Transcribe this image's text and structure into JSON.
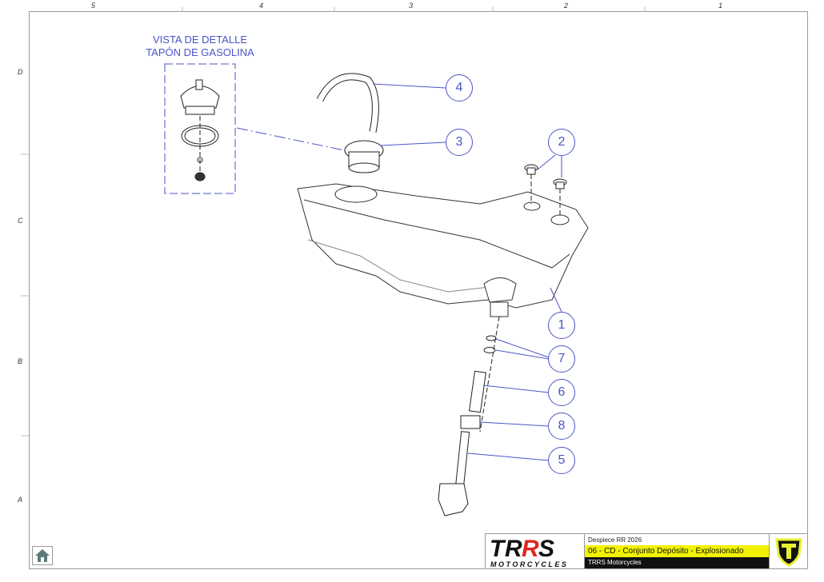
{
  "zones": {
    "columns": [
      "5",
      "4",
      "3",
      "2",
      "1"
    ],
    "rows": [
      "D",
      "C",
      "B",
      "A"
    ]
  },
  "detail_view": {
    "title_line1": "VISTA DE DETALLE",
    "title_line2": "TAPÓN DE GASOLINA"
  },
  "callouts": [
    "4",
    "3",
    "2",
    "1",
    "7",
    "6",
    "8",
    "5"
  ],
  "title_block": {
    "logo_text": "TRRS",
    "logo_subtext": "MOTORCYCLES",
    "document": "Despiece RR 2026",
    "title": "06 - CD - Conjunto Depósito - Explosionado",
    "company": "TRRS Motorcycles"
  },
  "colors": {
    "accent_blue": "#4a55c8",
    "highlight_yellow": "#f2f200",
    "logo_red": "#e0261e",
    "home_icon": "#5f7a7a"
  },
  "home_icon": "home-icon"
}
